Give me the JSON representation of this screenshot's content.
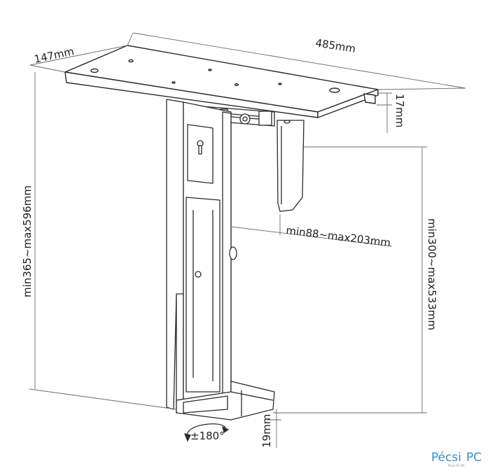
{
  "dimensions": {
    "width": "485mm",
    "depth": "147mm",
    "plate_height": "17mm",
    "width_range": "min88~max203mm",
    "bracket_height_range": "min365~max596mm",
    "case_height_range": "min300~max533mm",
    "base_height": "19mm",
    "rotation": "±180°"
  },
  "watermark": {
    "brand_left": "Pécsi",
    "brand_right": "PC",
    "tagline": "Pécsi PC Kft."
  },
  "colors": {
    "line": "#2a2a2a",
    "dimension_line": "#6a6a6a",
    "watermark_blue": "#3a8fc9"
  }
}
